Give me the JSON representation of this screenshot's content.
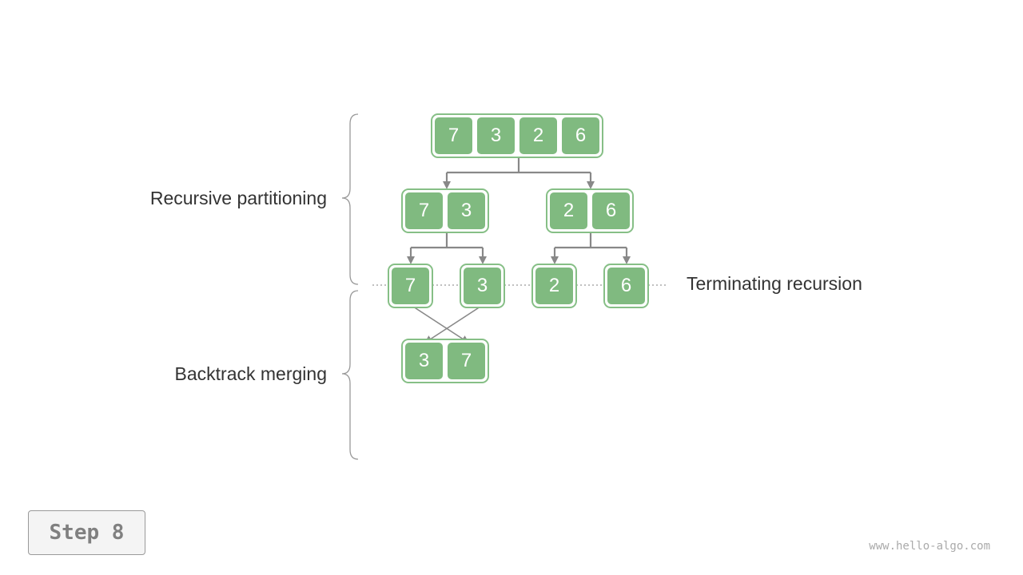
{
  "labels": {
    "partitioning": "Recursive partitioning",
    "backtrack": "Backtrack merging",
    "terminating": "Terminating recursion"
  },
  "arrays": {
    "root": [
      "7",
      "3",
      "2",
      "6"
    ],
    "left": [
      "7",
      "3"
    ],
    "right": [
      "2",
      "6"
    ],
    "leaf_1": [
      "7"
    ],
    "leaf_2": [
      "3"
    ],
    "leaf_3": [
      "2"
    ],
    "leaf_4": [
      "6"
    ],
    "merged": [
      "3",
      "7"
    ]
  },
  "step": {
    "label": "Step 8"
  },
  "watermark": "www.hello-algo.com",
  "colors": {
    "cell_fill": "#80ba80",
    "cell_border": "#86bf86",
    "arrow": "#888888",
    "brace": "#999999",
    "text": "#333333"
  }
}
